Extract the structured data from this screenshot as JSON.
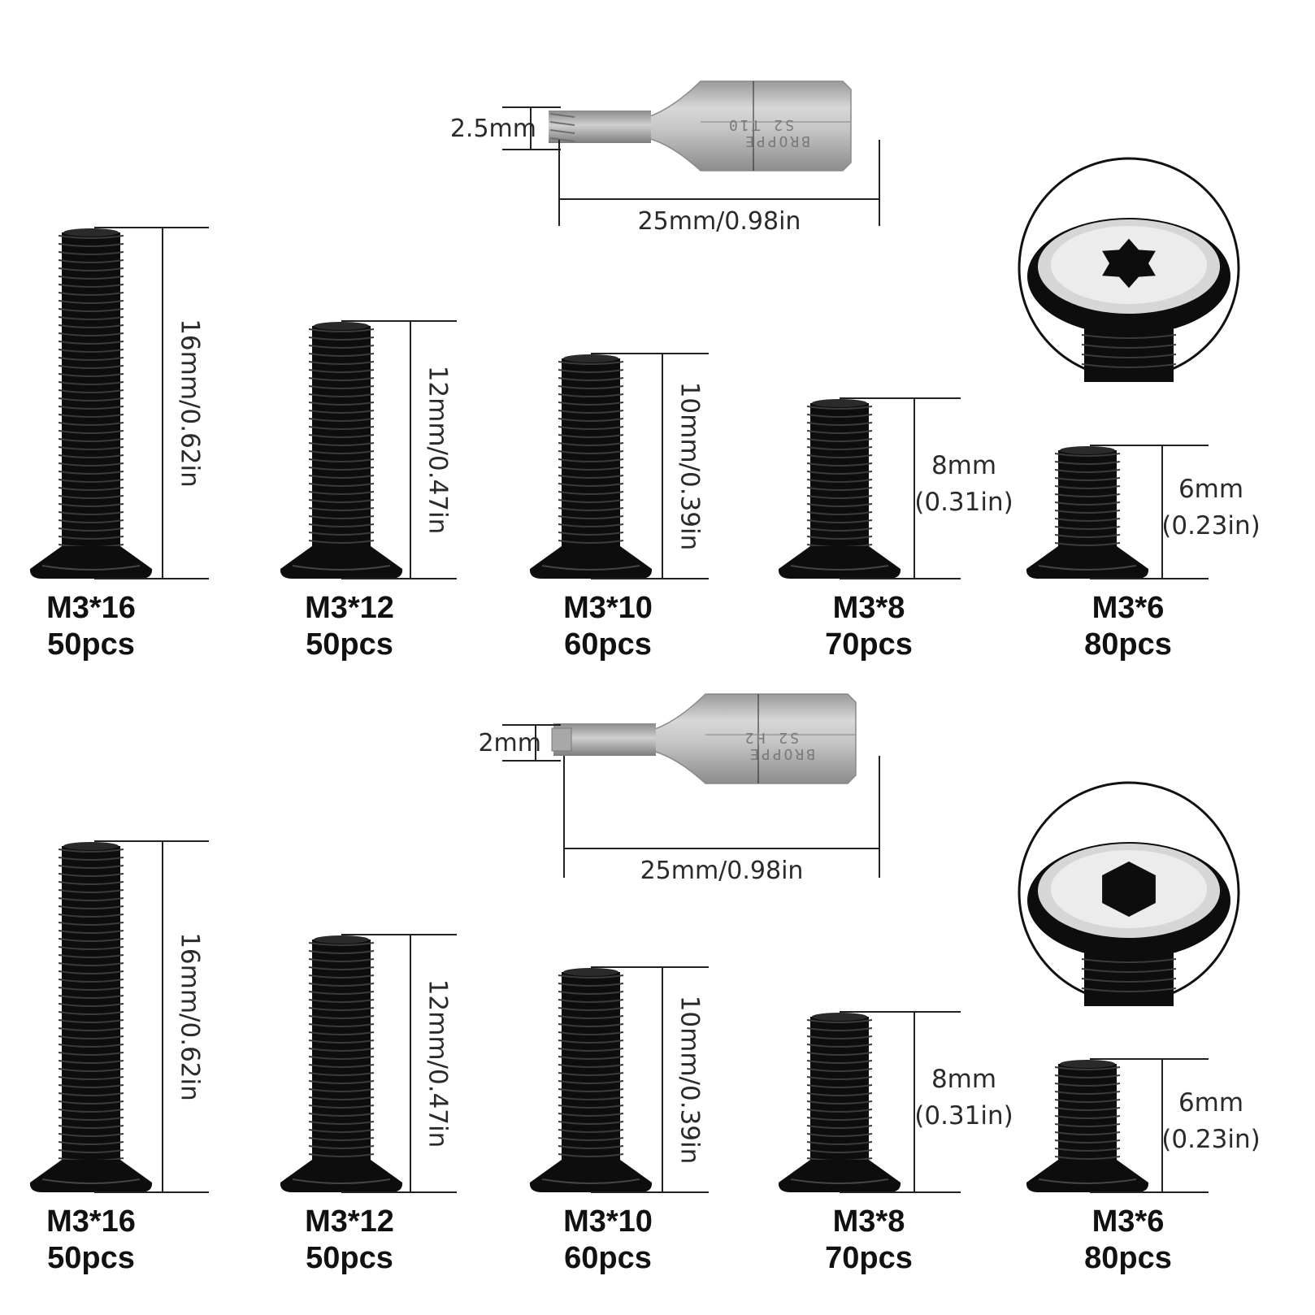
{
  "colors": {
    "background": "#ffffff",
    "screw": "#0d0d0d",
    "bit": "#b8b8b8",
    "text": "#111111",
    "dimension_line": "#222222"
  },
  "sections": [
    {
      "drive": "torx",
      "bit": {
        "icon": "torx-bit-icon",
        "tip_label": "2.5mm",
        "length_label": "25mm/0.98in",
        "engraving_1": "BROPPE",
        "engraving_2": "S2 T10"
      },
      "closeup_icon": "torx-head-closeup-icon",
      "screws": [
        {
          "size": "M3*16",
          "qty": "50pcs",
          "dim": "16mm/0.62in",
          "dim_line2": ""
        },
        {
          "size": "M3*12",
          "qty": "50pcs",
          "dim": "12mm/0.47in",
          "dim_line2": ""
        },
        {
          "size": "M3*10",
          "qty": "60pcs",
          "dim": "10mm/0.39in",
          "dim_line2": ""
        },
        {
          "size": "M3*8",
          "qty": "70pcs",
          "dim": "8mm",
          "dim_line2": "(0.31in)"
        },
        {
          "size": "M3*6",
          "qty": "80pcs",
          "dim": "6mm",
          "dim_line2": "(0.23in)"
        }
      ]
    },
    {
      "drive": "hex",
      "bit": {
        "icon": "hex-bit-icon",
        "tip_label": "2mm",
        "length_label": "25mm/0.98in",
        "engraving_1": "BROPPE",
        "engraving_2": "S2 H2"
      },
      "closeup_icon": "hex-head-closeup-icon",
      "screws": [
        {
          "size": "M3*16",
          "qty": "50pcs",
          "dim": "16mm/0.62in",
          "dim_line2": ""
        },
        {
          "size": "M3*12",
          "qty": "50pcs",
          "dim": "12mm/0.47in",
          "dim_line2": ""
        },
        {
          "size": "M3*10",
          "qty": "60pcs",
          "dim": "10mm/0.39in",
          "dim_line2": ""
        },
        {
          "size": "M3*8",
          "qty": "70pcs",
          "dim": "8mm",
          "dim_line2": "(0.31in)"
        },
        {
          "size": "M3*6",
          "qty": "80pcs",
          "dim": "6mm",
          "dim_line2": "(0.23in)"
        }
      ]
    }
  ]
}
